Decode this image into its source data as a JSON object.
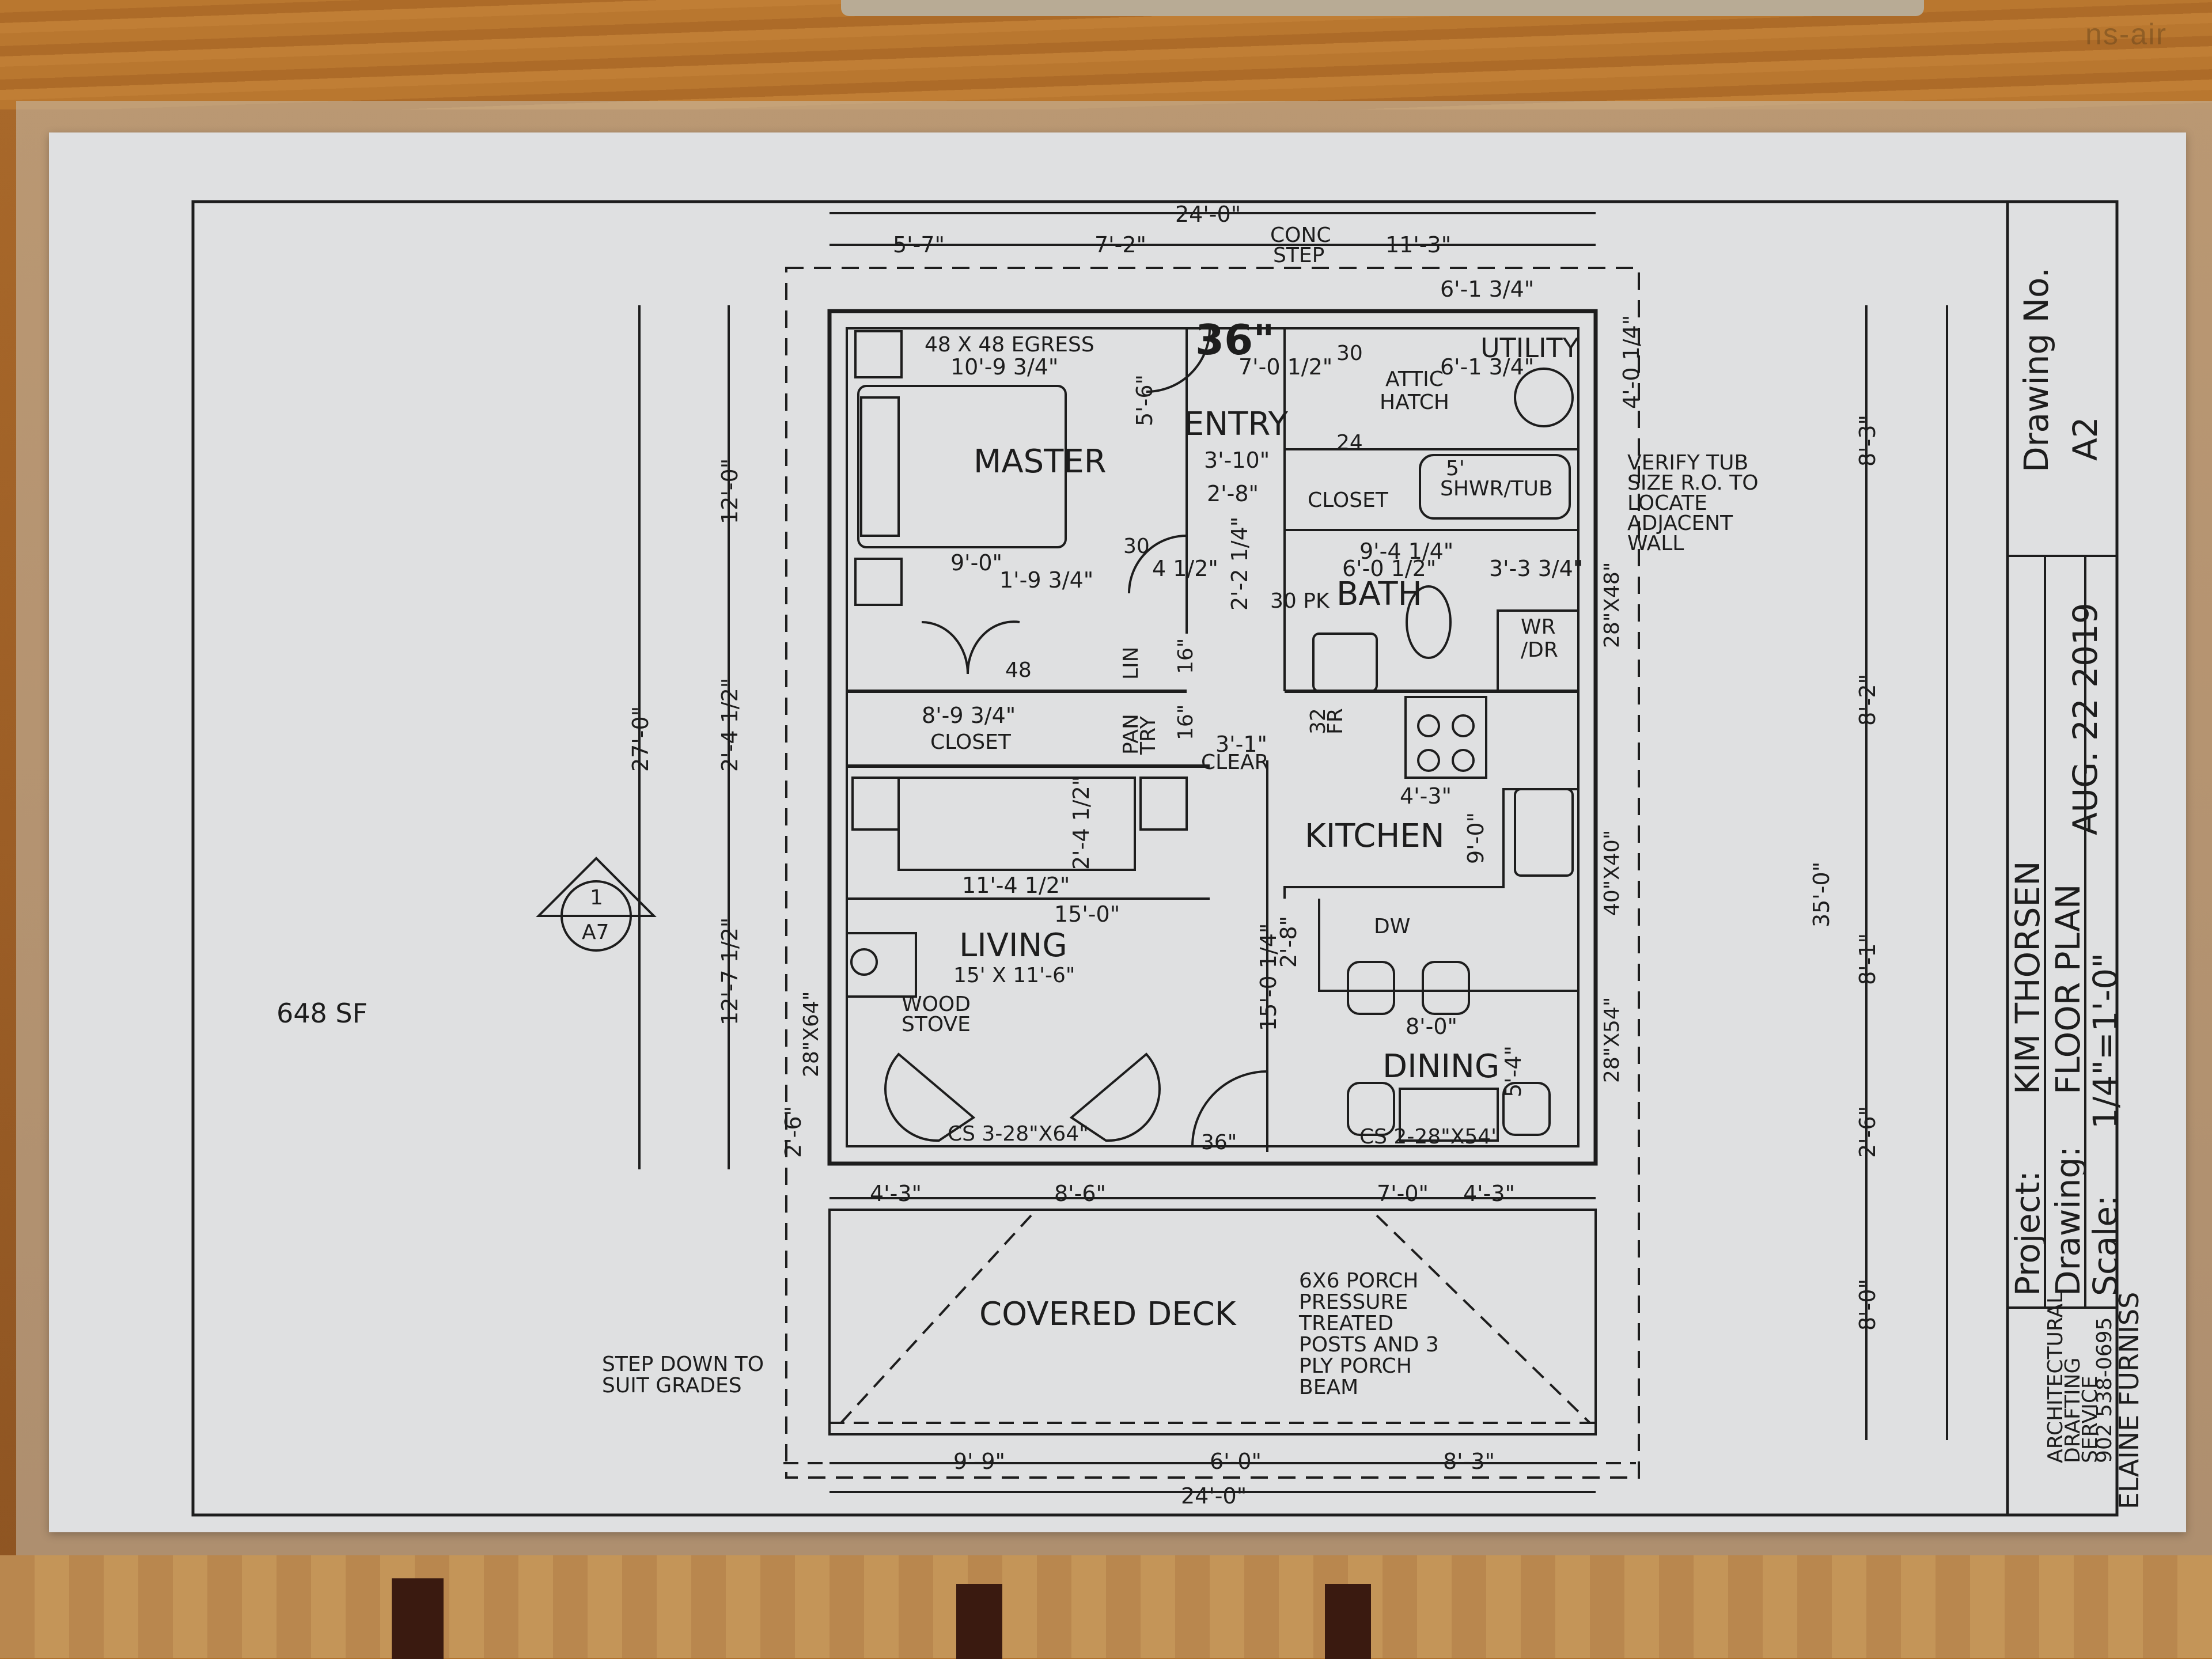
{
  "background": {
    "wood_color": "#a8682a",
    "paper_color": "#dfe0e1",
    "line_color": "#1d1d1d"
  },
  "watermark": "ns-air",
  "title_block": {
    "drawing_no_label": "Drawing No.",
    "drawing_no": "A2",
    "date": "AUG. 22 2019",
    "project_label": "Project:",
    "project": "KIM THORSEN",
    "drawing_label": "Drawing:",
    "drawing": "FLOOR PLAN",
    "scale_label": "Scale:",
    "scale": "1/4\"=1'-0\"",
    "firm_line1": "ARCHITECTURAL",
    "firm_line2": "DRAFTING",
    "firm_line3": "SERVICE",
    "firm_phone": "902 538-0695",
    "firm_name": "ELAINE FURNISS"
  },
  "area_note": "648 SF",
  "section_marker": {
    "number": "1",
    "sheet": "A7"
  },
  "rooms": {
    "master": "MASTER",
    "entry": "ENTRY",
    "utility": "UTILITY",
    "attic_hatch_1": "ATTIC",
    "attic_hatch_2": "HATCH",
    "closet_bath": "CLOSET",
    "shwr_size": "5'",
    "shwr": "SHWR/TUB",
    "bath": "BATH",
    "wr_dr_1": "WR",
    "wr_dr_2": "/DR",
    "lin": "LIN",
    "pantry_1": "PAN",
    "pantry_2": "TRY",
    "closet_master": "CLOSET",
    "kitchen": "KITCHEN",
    "fridge_1": "32",
    "fridge_2": "FR",
    "dw": "DW",
    "living": "LIVING",
    "living_size": "15' X 11'-6\"",
    "wood_stove_1": "WOOD",
    "wood_stove_2": "STOVE",
    "dining": "DINING",
    "covered_deck": "COVERED DECK",
    "clear": "CLEAR"
  },
  "notes": {
    "egress": "48 X 48 EGRESS",
    "conc_step_1": "CONC",
    "conc_step_2": "STEP",
    "verify_1": "VERIFY TUB",
    "verify_2": "SIZE R.O. TO",
    "verify_3": "LOCATE",
    "verify_4": "ADJACENT",
    "verify_5": "WALL",
    "porch_1": "6X6 PORCH",
    "porch_2": "PRESSURE",
    "porch_3": "TREATED",
    "porch_4": "POSTS AND 3",
    "porch_5": "PLY PORCH",
    "porch_6": "BEAM",
    "step_down_1": "STEP DOWN TO",
    "step_down_2": "SUIT GRADES",
    "handwritten_door": "36\"",
    "living_windows": "CS 3-28\"X64\"",
    "dining_windows": "CS 2-28\"X54\"",
    "win_right_1": "28\"X48\"",
    "win_right_2": "40\"X40\"",
    "win_right_3": "28\"X54\"",
    "win_left": "28\"X64\"",
    "door_30_a": "30",
    "door_30_b": "30",
    "door_24": "24",
    "door_30pk": "30 PK",
    "door_48": "48",
    "door_16_a": "16\"",
    "door_16_b": "16\"",
    "door_36_front": "36\""
  },
  "dimensions": {
    "top_overall": "24'-0\"",
    "top_1": "5'-7\"",
    "top_2": "7'-2\"",
    "top_3": "11'-3\"",
    "utility_w": "6'-1 3/4\"",
    "utility_w2": "6'-1 3/4\"",
    "master_w": "10'-9 3/4\"",
    "entry_w": "7'-0 1/2\"",
    "entry_h": "5'-6\"",
    "entry_3_10": "3'-10\"",
    "entry_2_8": "2'-8\"",
    "bath_w": "9'-4 1/4\"",
    "bath_1": "6'-0 1/2\"",
    "bath_2": "3'-3 3/4\"",
    "master_9_0": "9'-0\"",
    "master_1_9": "1'-9 3/4\"",
    "hall_4_5": "4 1/2\"",
    "hall_2_2": "2'-2 1/4\"",
    "closet_w": "8'-9 3/4\"",
    "clear_3_1": "3'-1\"",
    "sofa_h": "2'-4 1/2\"",
    "sofa_w": "11'-4 1/2\"",
    "living_w": "15'-0\"",
    "living_h": "15'-0 1/4\"",
    "kitchen_4_3": "4'-3\"",
    "kitchen_9_0": "9'-0\"",
    "kitchen_2_8": "2'-8\"",
    "dining_8_0": "8'-0\"",
    "dining_5_4": "5'-4\"",
    "bottom_1": "4'-3\"",
    "bottom_2": "8'-6\"",
    "bottom_3": "7'-0\"",
    "bottom_4": "4'-3\"",
    "deck_1": "9'-9\"",
    "deck_2": "6'-0\"",
    "deck_3": "8'-3\"",
    "deck_overall": "24'-0\"",
    "left_overall": "27'-0\"",
    "left_1": "12'-0\"",
    "left_2": "2'-4 1/2\"",
    "left_3": "12'-7 1/2\"",
    "left_4": "2'-6\"",
    "right_overall": "35'-0\"",
    "right_1": "8'-3\"",
    "right_2": "8'-2\"",
    "right_3": "8'-1\"",
    "right_4": "2'-6\"",
    "right_5": "8'-0\"",
    "right_top": "4'-0 1/4\""
  }
}
